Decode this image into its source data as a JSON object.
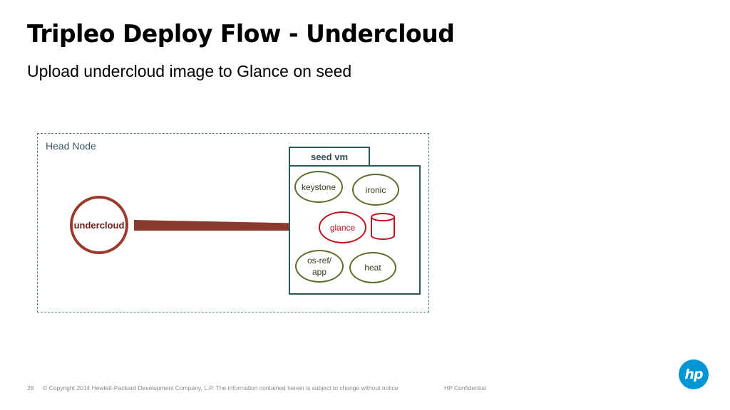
{
  "slide": {
    "title": "Tripleo Deploy Flow - Undercloud",
    "subtitle": "Upload undercloud image to Glance on seed",
    "page_number": "26",
    "copyright": "© Copyright 2014 Hewlett-Packard Development Company, L.P.  The information contained herein is subject to change without notice",
    "confidential": "HP Confidential",
    "logo_text": "hp"
  },
  "diagram": {
    "head_node_label": "Head Node",
    "seed_vm_label": "seed vm",
    "undercloud_label": "undercloud",
    "services": {
      "keystone": "keystone",
      "ironic": "ironic",
      "glance": "glance",
      "os_ref_line1": "os-ref/",
      "os_ref_line2": "app",
      "heat": "heat"
    },
    "colors": {
      "arrow": "#8b3a2f",
      "undercloud_ring": "#9c3a2e",
      "service_ring": "#5b6e2c",
      "glance_ring": "#c0111d",
      "database": "#c0111d",
      "box_border": "#2e5a5a",
      "dashed_border": "#5a7a88",
      "hp_blue": "#0096d6"
    }
  }
}
